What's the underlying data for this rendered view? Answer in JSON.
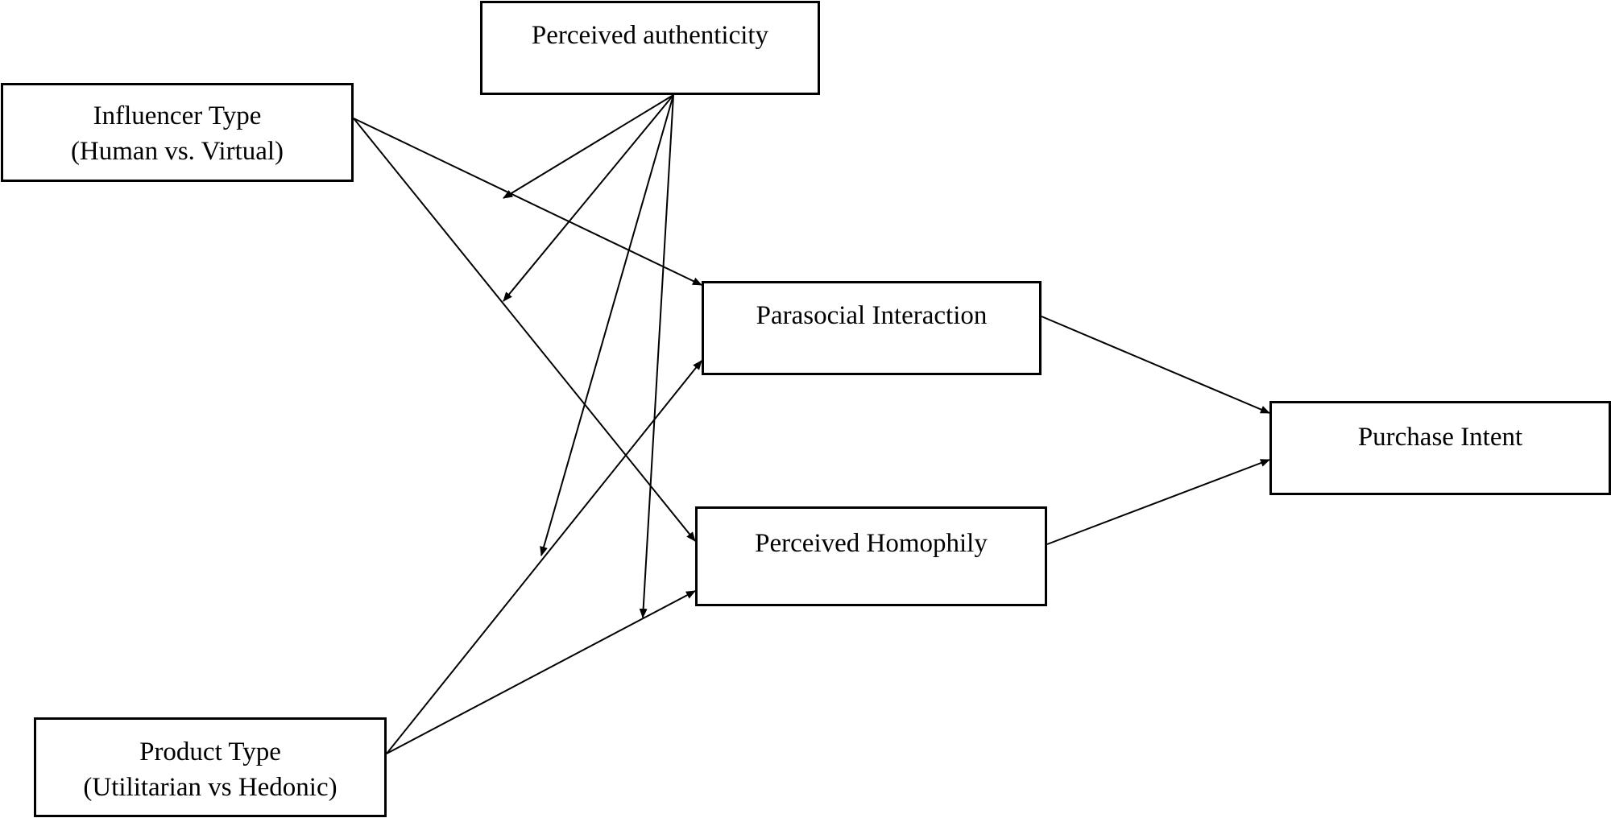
{
  "diagram": {
    "line_color": "#000000",
    "box_border_color": "#000000",
    "background": "#ffffff",
    "nodes": {
      "authenticity": {
        "lines": [
          "Perceived authenticity"
        ]
      },
      "influencer": {
        "lines": [
          "Influencer Type",
          "(Human vs. Virtual)"
        ]
      },
      "parasocial": {
        "lines": [
          "Parasocial Interaction"
        ]
      },
      "purchase": {
        "lines": [
          "Purchase Intent"
        ]
      },
      "homophily": {
        "lines": [
          "Perceived Homophily"
        ]
      },
      "product": {
        "lines": [
          "Product Type",
          "(Utilitarian vs Hedonic)"
        ]
      }
    },
    "edges": [
      {
        "id": "influencer-to-parasocial",
        "from": "influencer",
        "to": "parasocial",
        "kind": "direct"
      },
      {
        "id": "influencer-to-homophily",
        "from": "influencer",
        "to": "homophily",
        "kind": "direct"
      },
      {
        "id": "product-to-parasocial",
        "from": "product",
        "to": "parasocial",
        "kind": "direct"
      },
      {
        "id": "product-to-homophily",
        "from": "product",
        "to": "homophily",
        "kind": "direct"
      },
      {
        "id": "parasocial-to-purchase",
        "from": "parasocial",
        "to": "purchase",
        "kind": "direct"
      },
      {
        "id": "homophily-to-purchase",
        "from": "homophily",
        "to": "purchase",
        "kind": "direct"
      },
      {
        "id": "authenticity-moderates-influencer-parasocial",
        "from": "authenticity",
        "to": "influencer-to-parasocial",
        "kind": "moderation"
      },
      {
        "id": "authenticity-moderates-influencer-homophily",
        "from": "authenticity",
        "to": "influencer-to-homophily",
        "kind": "moderation"
      },
      {
        "id": "authenticity-moderates-product-parasocial",
        "from": "authenticity",
        "to": "product-to-parasocial",
        "kind": "moderation"
      },
      {
        "id": "authenticity-moderates-product-homophily",
        "from": "authenticity",
        "to": "product-to-homophily",
        "kind": "moderation"
      }
    ]
  }
}
